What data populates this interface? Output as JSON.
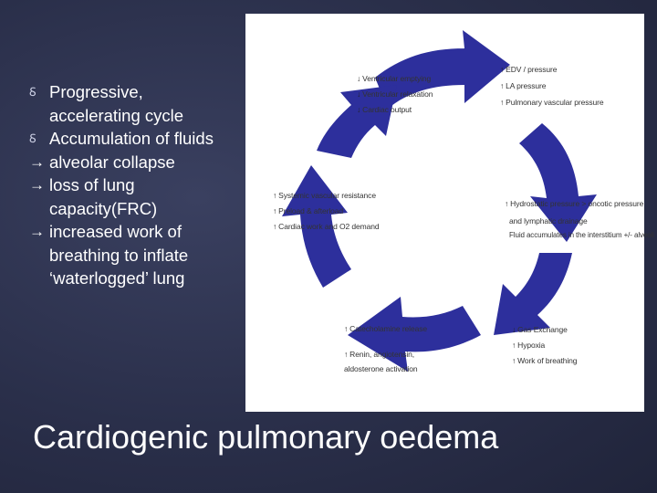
{
  "bullets": [
    {
      "marker": "Ꟙ",
      "lines": [
        "Progressive,",
        "accelerating cycle"
      ]
    },
    {
      "marker": "Ꟙ",
      "lines": [
        "Accumulation of fluids"
      ]
    },
    {
      "marker": "→",
      "lines": [
        "alveolar collapse"
      ]
    },
    {
      "marker": "→",
      "lines": [
        "loss of lung",
        "capacity(FRC)"
      ]
    },
    {
      "marker": "→",
      "lines": [
        "increased work of",
        "breathing to inflate",
        "‘waterlogged’ lung"
      ]
    }
  ],
  "title": "Cardiogenic pulmonary oedema",
  "diagram": {
    "arrow_color": "#2d2f9c",
    "labels": {
      "ventricular_emptying": "Ventricular emptying",
      "ventricular_relaxation": "Ventricular relaxation",
      "cardiac_output": "Cardiac output",
      "edv_pressure": "EDV / pressure",
      "la_pressure": "LA pressure",
      "pulmonary_vascular_pressure": "Pulmonary vascular pressure",
      "systemic_vascular_resistance": "Systemic vascular resistance",
      "preload_afterload": "Preload & afterload",
      "cardiac_work_o2": "Cardiac work and O2 demand",
      "hydrostatic_pressure": "Hydrostatic pressure > oncotic pressure",
      "lymphatic_drainage": "and lymphatic drainage",
      "fluid_accumulates": "Fluid accumulates in the interstitium +/- alveoli",
      "catecholamine_release": "Catecholamine release",
      "renin": "Renin, angiotensin,",
      "aldosterone": "aldosterone activation",
      "gas_exchange": "Gas Exchange",
      "hypoxia": "Hypoxia",
      "work_of_breathing": "Work of breathing"
    },
    "arrows": {
      "up": "↑",
      "down": "↓"
    }
  }
}
